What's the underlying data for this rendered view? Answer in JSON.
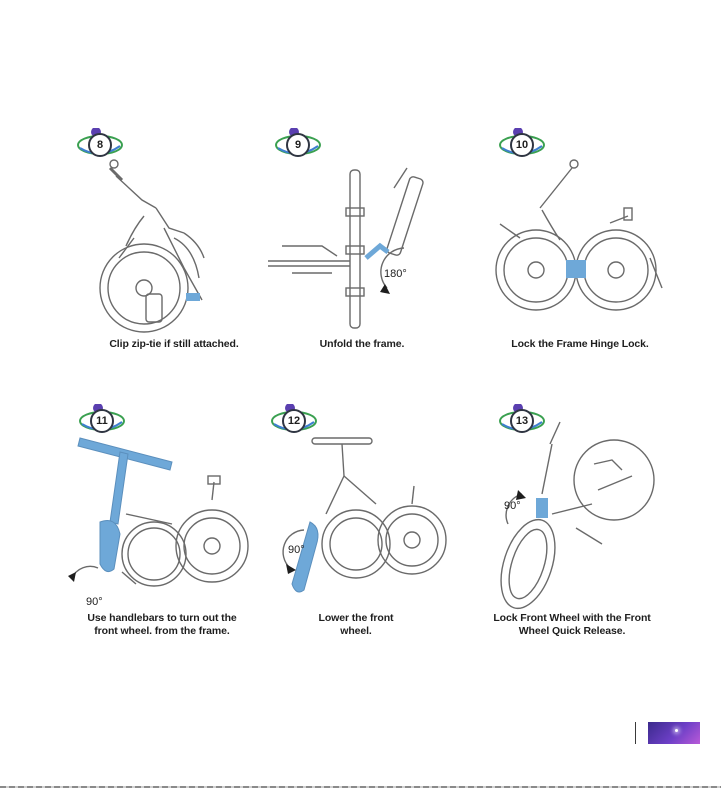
{
  "steps": [
    {
      "number": "8",
      "caption": [
        "Clip zip-tie if still attached."
      ],
      "angle": ""
    },
    {
      "number": "9",
      "caption": [
        "Unfold the frame."
      ],
      "angle": "180°"
    },
    {
      "number": "10",
      "caption": [
        "Lock the Frame Hinge Lock."
      ],
      "angle": ""
    },
    {
      "number": "11",
      "caption": [
        "Use handlebars to turn out the",
        "front wheel. from the frame."
      ],
      "angle": "90°"
    },
    {
      "number": "12",
      "caption": [
        "Lower the front",
        "wheel."
      ],
      "angle": "90°"
    },
    {
      "number": "13",
      "caption": [
        "Lock Front Wheel with the Front",
        "Wheel Quick Release."
      ],
      "angle": "90°"
    }
  ],
  "colors": {
    "highlight": "#6ea8d8",
    "line": "#6a6a6a",
    "badge_purple": "#5a3fb0",
    "badge_green": "#3aa050",
    "badge_blue": "#3e7fd0"
  },
  "icons": {
    "step_badge": "planet-ring-icon",
    "page_tab": "galaxy-thumbnail"
  }
}
